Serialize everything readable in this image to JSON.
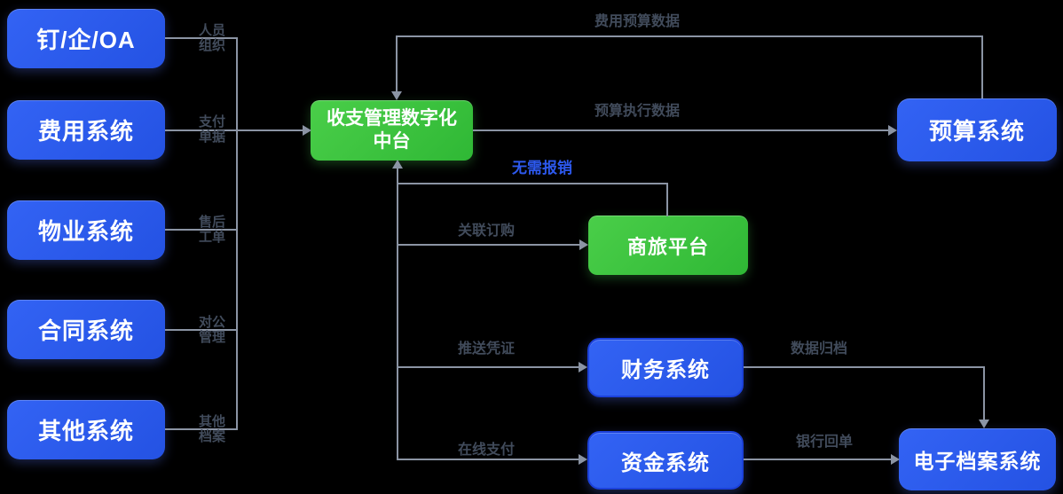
{
  "diagram": {
    "source_systems": [
      {
        "label": "钉/企/OA",
        "edge_label": [
          "人员",
          "组织"
        ]
      },
      {
        "label": "费用系统",
        "edge_label": [
          "支付",
          "单据"
        ]
      },
      {
        "label": "物业系统",
        "edge_label": [
          "售后",
          "工单"
        ]
      },
      {
        "label": "合同系统",
        "edge_label": [
          "对公",
          "管理"
        ]
      },
      {
        "label": "其他系统",
        "edge_label": [
          "其他",
          "档案"
        ]
      }
    ],
    "center_platform": {
      "line1": "收支管理数字化",
      "line2": "中台"
    },
    "budget_system": {
      "label": "预算系统"
    },
    "travel_platform": {
      "label": "商旅平台"
    },
    "finance_system": {
      "label": "财务系统"
    },
    "treasury_system": {
      "label": "资金系统"
    },
    "earchive_system": {
      "label": "电子档案系统"
    },
    "edge_labels": {
      "fee_budget_data": "费用预算数据",
      "budget_execution_data": "预算执行数据",
      "no_reimbursement": "无需报销",
      "related_ordering": "关联订购",
      "push_voucher": "推送凭证",
      "online_payment": "在线支付",
      "data_archiving": "数据归档",
      "bank_receipt": "银行回单"
    },
    "colors": {
      "background": "#000000",
      "node_blue": "#2B5BEC",
      "node_green": "#3CC43C",
      "connector": "#8B94A4",
      "edge_label_text": "#414B5B",
      "highlight_label_text": "#2D59EE"
    }
  }
}
